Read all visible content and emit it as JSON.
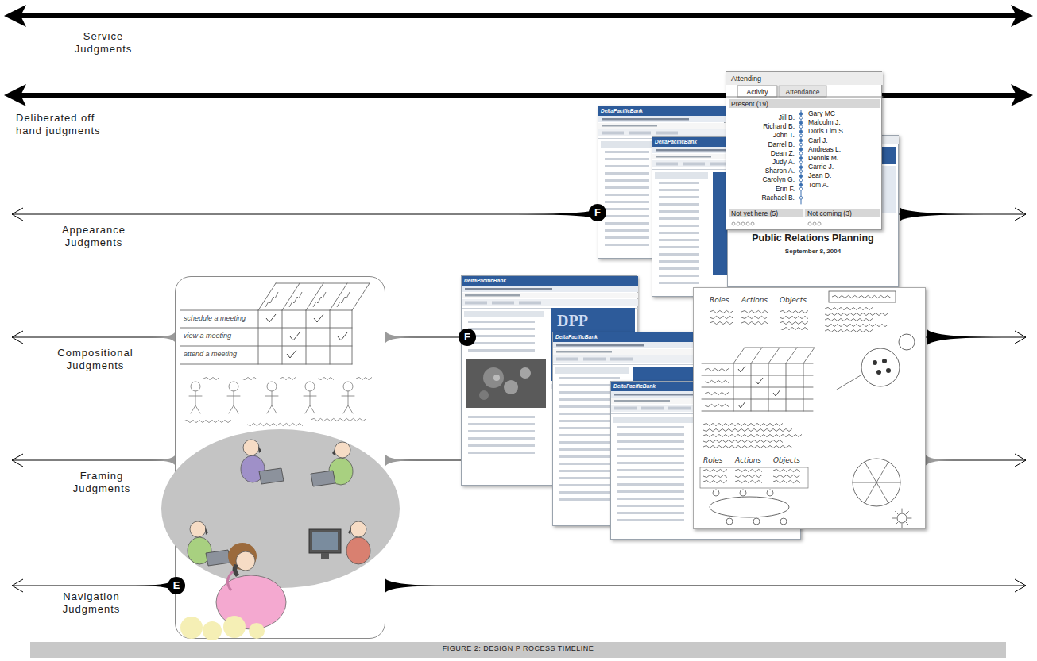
{
  "diagram": {
    "caption": "FIGURE 2: DESIGN P ROCESS TIMELINE",
    "nodes": [
      {
        "text": [
          "Attending",
          "Activity",
          "Attendance",
          "Present (19)",
          "Jill B.",
          "Richard B.",
          "John T.",
          "Darrel B.",
          "Dean Z.",
          "Judy A.",
          "Sharon A.",
          "Carolyn G.",
          "Erin F.",
          "Rachael B.",
          "Gary MC",
          "Malcolm J.",
          "Doris Lim S.",
          "Carl J.",
          "Andreas L.",
          "Dennis M.",
          "Carrie J.",
          "Jean D.",
          "Tom A.",
          "Not yet here (5)",
          "Not coming (3)"
        ]
      },
      {
        "text": [
          "DeltaPacificBank"
        ]
      },
      {
        "text": [
          "DeltaPacificBank"
        ]
      },
      {
        "text": [
          "Public Relations Planning",
          "September 8, 2004"
        ]
      },
      {
        "text": [
          "schedule a meeting",
          "view a meeting",
          "attend a meeting"
        ]
      },
      {
        "text": [
          "DeltaPacificBank",
          "DPP"
        ]
      },
      {
        "text": [
          "Roles",
          "Actions",
          "Objects",
          "Roles",
          "Actions",
          "Objects"
        ]
      },
      {
        "text": [
          "DeltaPacificBank"
        ]
      },
      {
        "text": [
          "DeltaPacificBank"
        ]
      }
    ],
    "labels": [
      "Service Judgments",
      "Deliberated off hand judgments",
      "F",
      "Appearance Judgments",
      "F",
      "Compositional Judgments",
      "Framing Judgments",
      "E",
      "Navigation Judgments"
    ]
  }
}
